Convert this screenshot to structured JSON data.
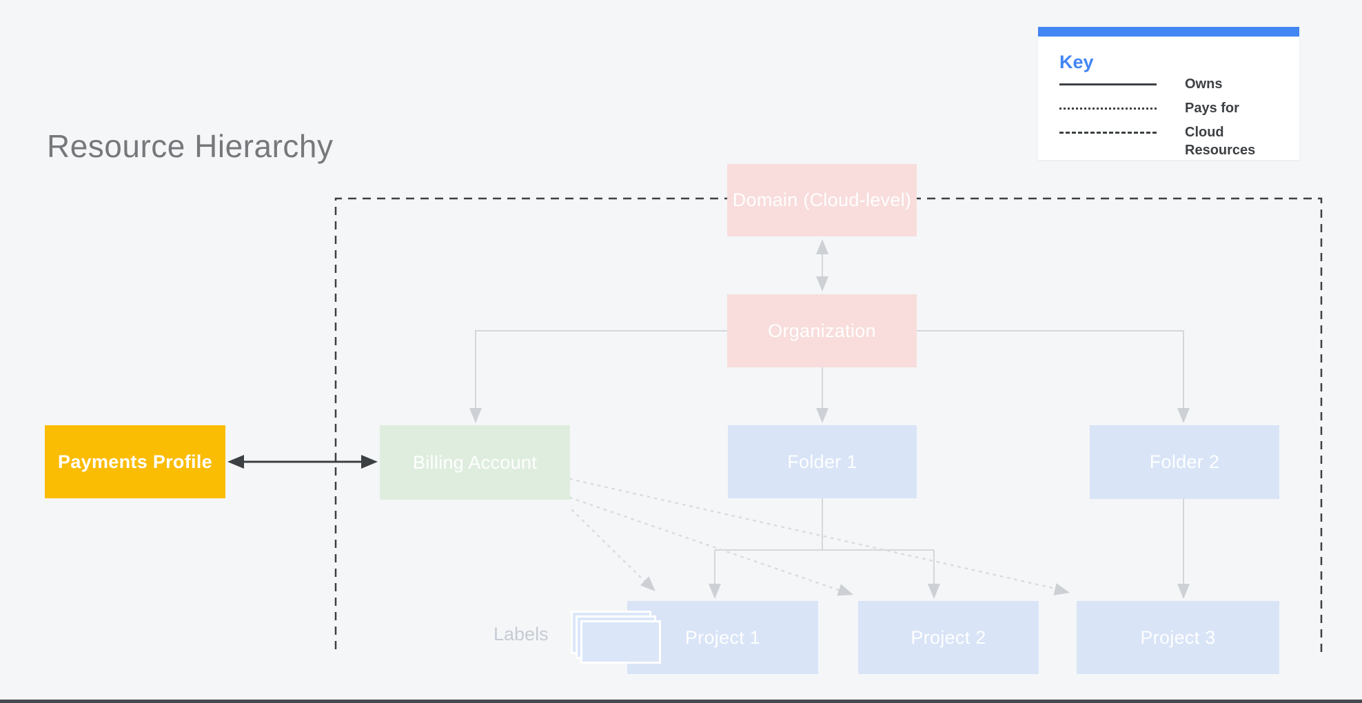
{
  "title": "Resource Hierarchy",
  "legend": {
    "heading": "Key",
    "items": [
      {
        "style": "solid",
        "label": "Owns"
      },
      {
        "style": "dotted",
        "label": "Pays for"
      },
      {
        "style": "dashed",
        "label": "Cloud Resources"
      }
    ]
  },
  "nodes": {
    "domain": "Domain (Cloud-level)",
    "organization": "Organization",
    "payments_profile": "Payments Profile",
    "billing_account": "Billing Account",
    "folder1": "Folder 1",
    "folder2": "Folder 2",
    "project1": "Project 1",
    "project2": "Project 2",
    "project3": "Project 3"
  },
  "labels_caption": "Labels",
  "colors": {
    "background": "#f5f6f8",
    "accent_blue": "#4285f4",
    "node_pink": "#f8dddc",
    "node_blue": "#d9e4f7",
    "node_green": "#dfeddf",
    "node_yellow": "#fbbc04",
    "connector_gray": "#d4d7da",
    "boundary_dark": "#3c4043"
  }
}
